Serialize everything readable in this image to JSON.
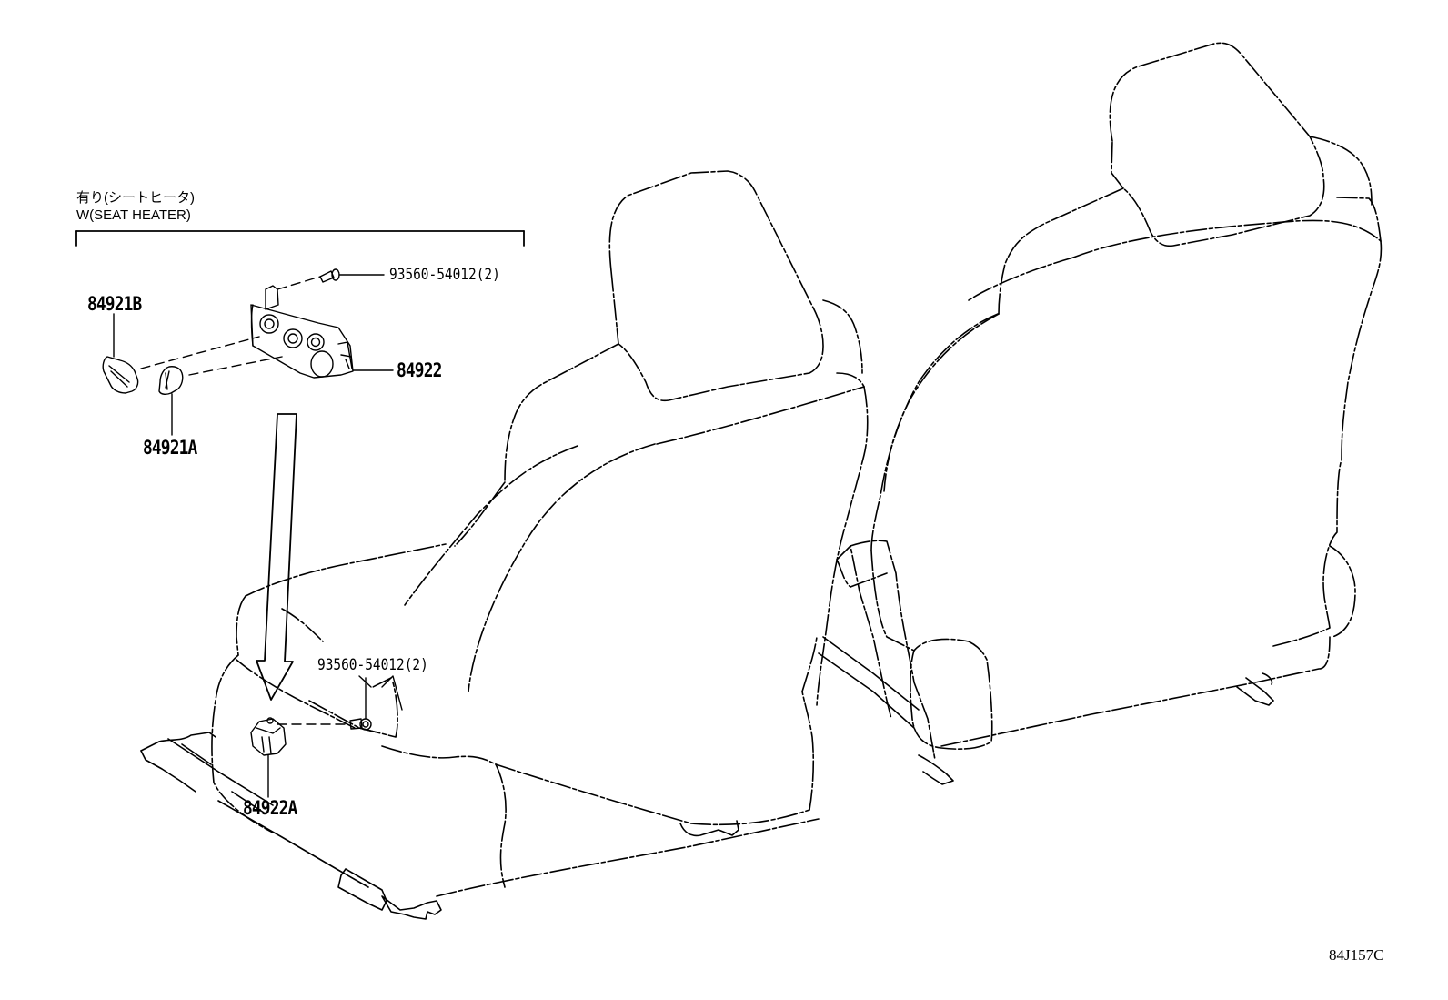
{
  "diagram": {
    "type": "exploded-parts-illustration",
    "subject": "front seats with seat heater switch assembly",
    "condition_note": {
      "jp": "有り(シートヒータ)",
      "en": "W(SEAT HEATER)"
    },
    "callouts": [
      {
        "id": "c1",
        "label": "93560-54012(2)",
        "part": "screw (upper switch)"
      },
      {
        "id": "c2",
        "label": "84921B",
        "part": "knob"
      },
      {
        "id": "c3",
        "label": "84922",
        "part": "seat heater switch panel"
      },
      {
        "id": "c4",
        "label": "84921A",
        "part": "knob"
      },
      {
        "id": "c5",
        "label": "93560-54012(2)",
        "part": "screw (lower switch)"
      },
      {
        "id": "c6",
        "label": "84922A",
        "part": "seat switch"
      }
    ],
    "illustration_code": "84J157C",
    "line_color": "#000000",
    "background": "#ffffff"
  }
}
